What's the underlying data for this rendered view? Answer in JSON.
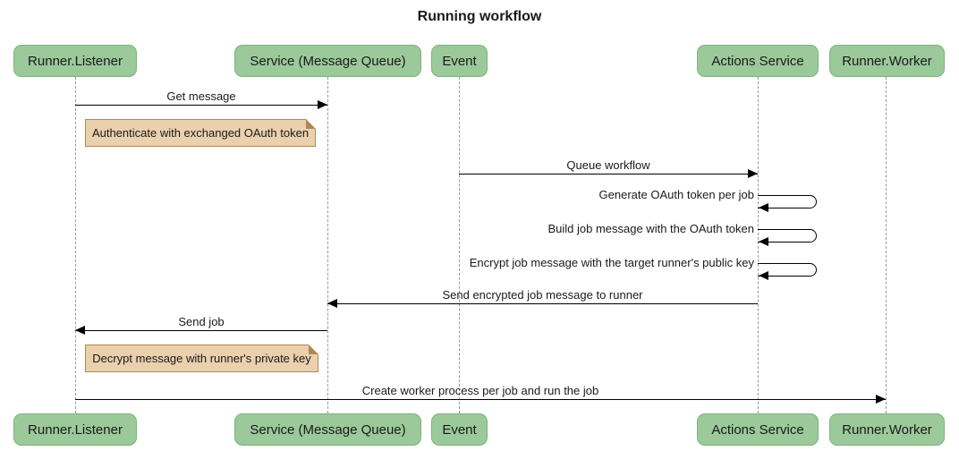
{
  "title": "Running workflow",
  "actors": [
    {
      "id": "runner-listener",
      "label": "Runner.Listener"
    },
    {
      "id": "service-message-queue",
      "label": "Service (Message Queue)"
    },
    {
      "id": "event",
      "label": "Event"
    },
    {
      "id": "actions-service",
      "label": "Actions Service"
    },
    {
      "id": "runner-worker",
      "label": "Runner.Worker"
    }
  ],
  "messages": [
    {
      "from": "Runner.Listener",
      "to": "Service (Message Queue)",
      "kind": "solid-arrow",
      "label": "Get message"
    },
    {
      "from": "Event",
      "to": "Actions Service",
      "kind": "solid-arrow",
      "label": "Queue workflow"
    },
    {
      "from": "Actions Service",
      "to": "Actions Service",
      "kind": "self",
      "label": "Generate OAuth token per job"
    },
    {
      "from": "Actions Service",
      "to": "Actions Service",
      "kind": "self",
      "label": "Build job message with the OAuth token"
    },
    {
      "from": "Actions Service",
      "to": "Actions Service",
      "kind": "self",
      "label": "Encrypt job message with the target runner's public key"
    },
    {
      "from": "Actions Service",
      "to": "Service (Message Queue)",
      "kind": "solid-arrow",
      "label": "Send encrypted job message to runner"
    },
    {
      "from": "Service (Message Queue)",
      "to": "Runner.Listener",
      "kind": "solid-arrow",
      "label": "Send job"
    },
    {
      "from": "Runner.Listener",
      "to": "Runner.Worker",
      "kind": "solid-arrow",
      "label": "Create worker process per job and run the job"
    }
  ],
  "notes": [
    {
      "over": "Runner.Listener",
      "label": "Authenticate with exchanged OAuth token"
    },
    {
      "over": "Runner.Listener",
      "label": "Decrypt message with runner's private key"
    }
  ],
  "colors": {
    "background": "#FFFFFF",
    "actor_fill": "#9BC99A",
    "actor_border": "#7DB37B",
    "note_fill": "#EBD0AE",
    "note_border": "#AE8A53",
    "line_color": "#000000",
    "lifeline_color": "#999999",
    "text_color": "#1A1A1A"
  }
}
